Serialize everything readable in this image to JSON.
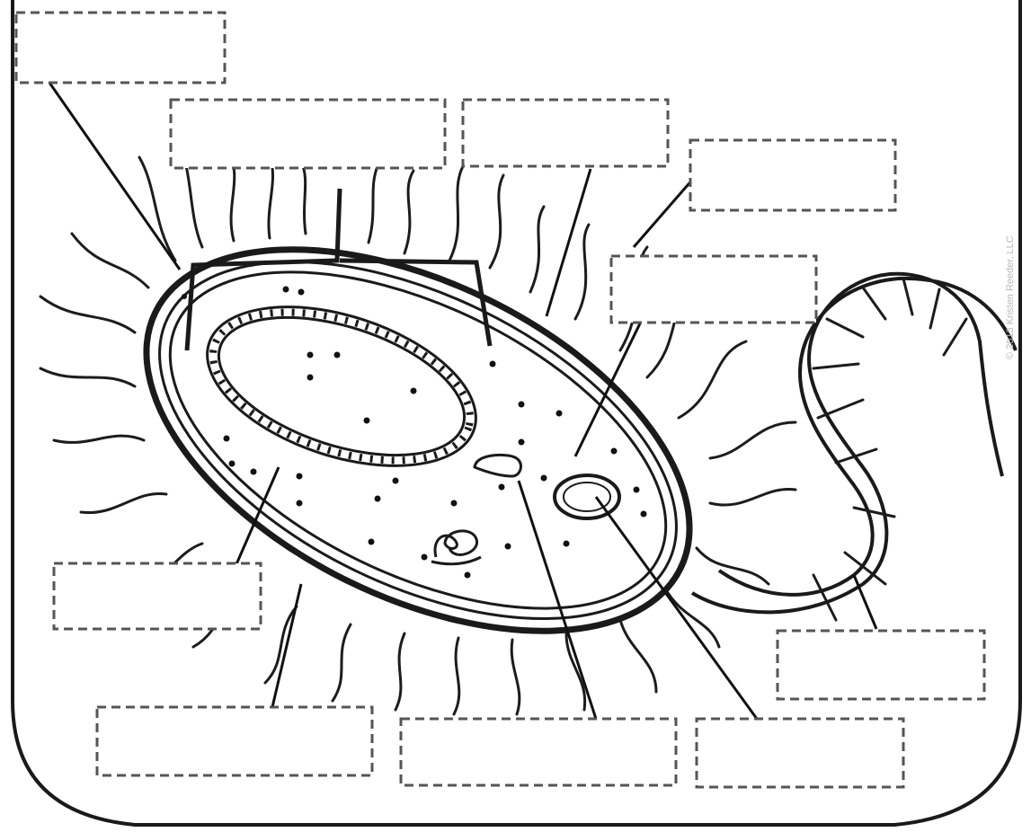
{
  "diagram": {
    "copyright": "© 2013 Kristen Reeder, LLC",
    "label_boxes": [
      {
        "id": "label-1",
        "text": ""
      },
      {
        "id": "label-2",
        "text": ""
      },
      {
        "id": "label-3",
        "text": ""
      },
      {
        "id": "label-4",
        "text": ""
      },
      {
        "id": "label-5",
        "text": ""
      },
      {
        "id": "label-6",
        "text": ""
      },
      {
        "id": "label-7",
        "text": ""
      },
      {
        "id": "label-8",
        "text": ""
      },
      {
        "id": "label-9",
        "text": ""
      },
      {
        "id": "label-10",
        "text": ""
      }
    ]
  }
}
